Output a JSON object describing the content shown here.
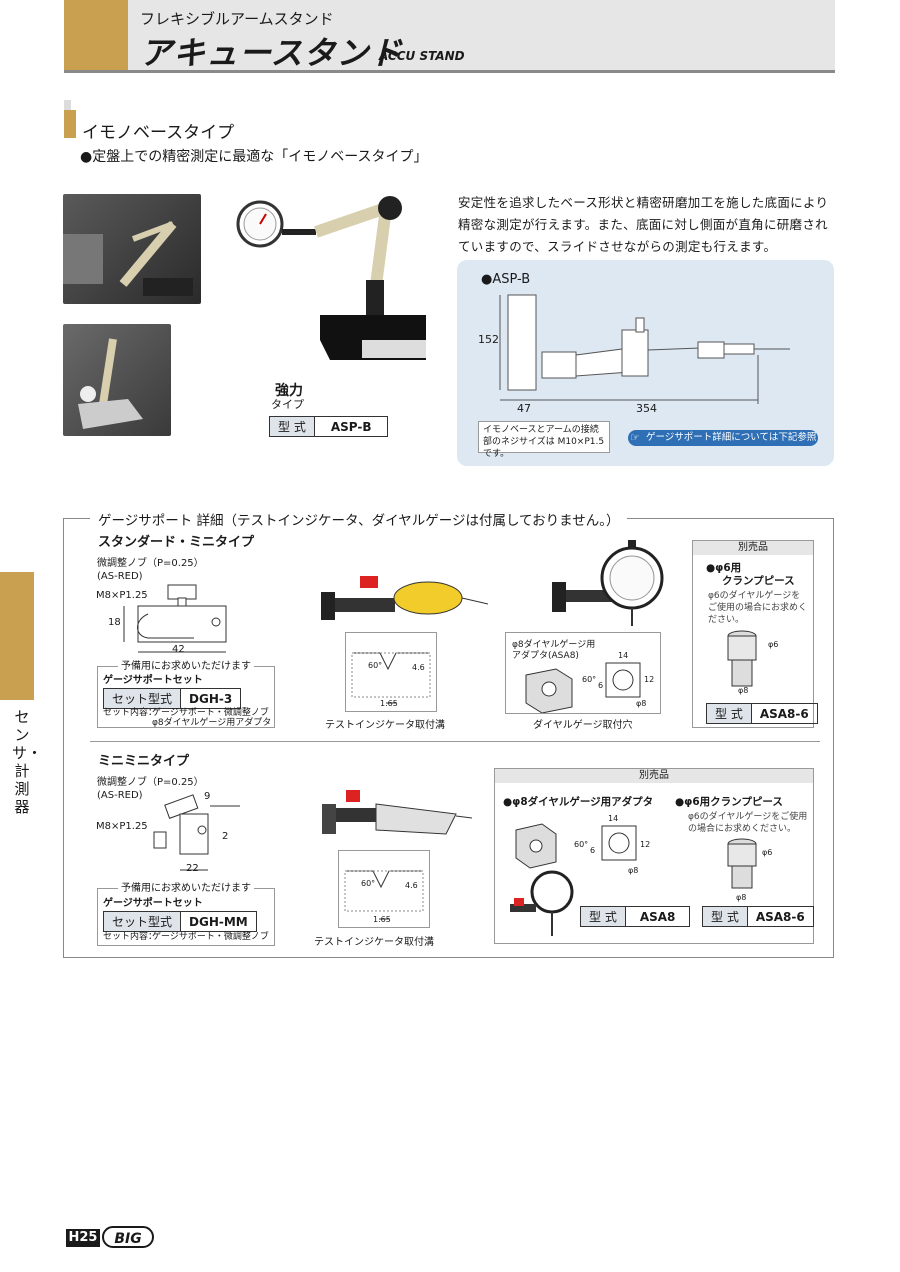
{
  "header": {
    "subtitle": "フレキシブルアームスタンド",
    "title": "アキュースタンド",
    "title_en": "ACCU STAND"
  },
  "section": {
    "title": "イモノベースタイプ",
    "bullet": "●定盤上での精密測定に最適な「イモノベースタイプ」"
  },
  "description": "安定性を追求したベース形状と精密研磨加工を施した底面により精密な測定が行えます。また、底面に対し側面が直角に研磨されていますので、スライドさせながらの測定も行えます。",
  "product": {
    "strength_label": "強力",
    "strength_sub": "タイプ",
    "model_key": "型 式",
    "model_value": "ASP-B"
  },
  "drawing": {
    "label": "●ASP-B",
    "dim_height": "152",
    "dim_base": "47",
    "dim_arm": "354",
    "note": "イモノベースとアームの接続部のネジサイズは M10×P1.5 です。",
    "ref_button": "ゲージサポート詳細については下記参照"
  },
  "detail": {
    "title": "ゲージサポート 詳細（テストインジケータ、ダイヤルゲージは付属しておりません。）",
    "standard": {
      "title": "スタンダード・ミニタイプ",
      "knob": "微調整ノブ（P=0.25）",
      "knob_part": "(AS-RED)",
      "thread": "M8×P1.25",
      "dim_h": "18",
      "dim_w": "42",
      "spare_label": "予備用にお求めいただけます",
      "set_title": "ゲージサポートセット",
      "set_key": "セット型式",
      "set_value": "DGH-3",
      "set_content_label": "セット内容：",
      "set_content_1": "ゲージサポート・微調整ノブ",
      "set_content_2": "φ8ダイヤルゲージ用アダプタ",
      "groove_caption": "テストインジケータ取付溝",
      "groove_dims": [
        "60°",
        "4.6",
        "1.65"
      ],
      "adapter_label_1": "φ8ダイヤルゲージ用",
      "adapter_label_2": "アダプタ(ASA8)",
      "adapter_dims": [
        "14",
        "60°",
        "6",
        "12",
        "φ8"
      ],
      "hole_caption": "ダイヤルゲージ取付穴",
      "option": {
        "header": "別売品",
        "title_1": "●φ6用",
        "title_2": "クランプピース",
        "note": "φ6のダイヤルゲージをご使用の場合にお求めください。",
        "dims": [
          "φ6",
          "φ8"
        ],
        "model_key": "型 式",
        "model_value": "ASA8-6"
      }
    },
    "minimini": {
      "title": "ミニミニタイプ",
      "knob": "微調整ノブ（P=0.25）",
      "knob_part": "(AS-RED)",
      "thread": "M8×P1.25",
      "dim_9": "9",
      "dim_2": "2",
      "dim_w": "22",
      "spare_label": "予備用にお求めいただけます",
      "set_title": "ゲージサポートセット",
      "set_key": "セット型式",
      "set_value": "DGH-MM",
      "set_content_label": "セット内容：",
      "set_content": "ゲージサポート・微調整ノブ",
      "groove_caption": "テストインジケータ取付溝",
      "groove_dims": [
        "60°",
        "4.6",
        "1.65"
      ],
      "option": {
        "header": "別売品",
        "adapter_title": "●φ8ダイヤルゲージ用アダプタ",
        "adapter_dims": [
          "14",
          "60°",
          "6",
          "12",
          "φ8"
        ],
        "adapter_model_key": "型 式",
        "adapter_model_value": "ASA8",
        "clamp_title": "●φ6用クランプピース",
        "clamp_note": "φ6のダイヤルゲージをご使用の場合にお求めください。",
        "clamp_dims": [
          "φ6",
          "φ8"
        ],
        "clamp_model_key": "型 式",
        "clamp_model_value": "ASA8-6"
      }
    }
  },
  "side": {
    "category": "センサ・計測器"
  },
  "footer": {
    "page": "H25",
    "logo": "BIG"
  }
}
